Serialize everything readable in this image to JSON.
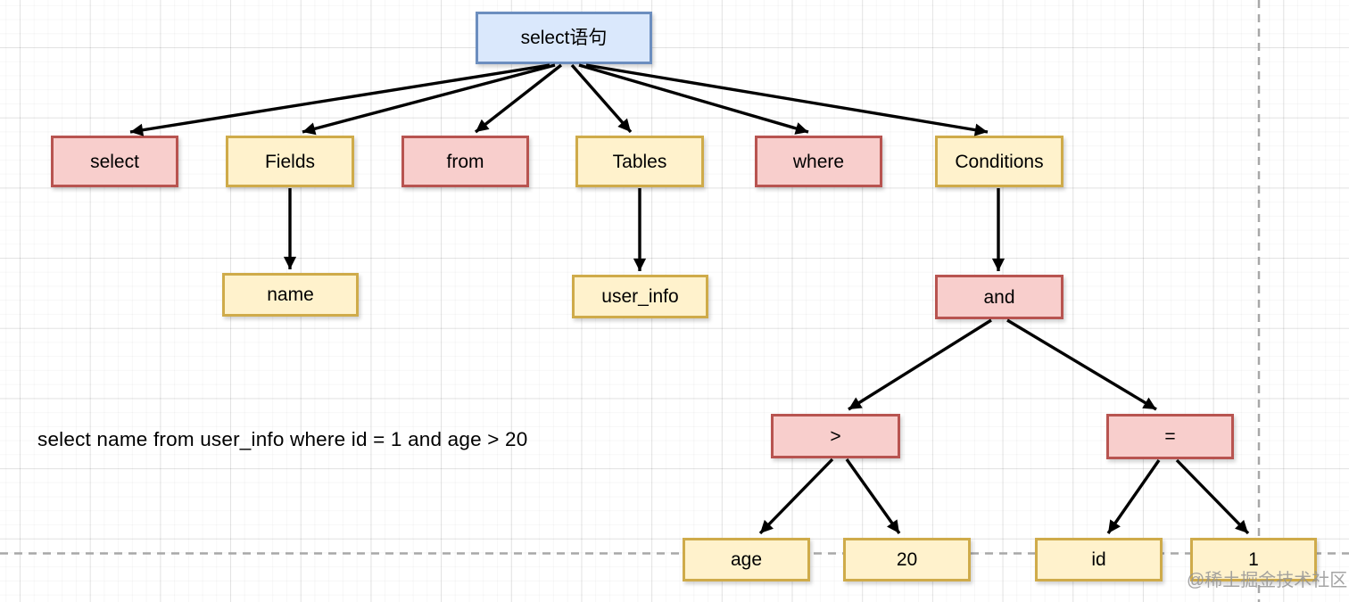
{
  "nodes": {
    "root": "select语句",
    "select": "select",
    "fields": "Fields",
    "from": "from",
    "tables": "Tables",
    "where": "where",
    "conditions": "Conditions",
    "name": "name",
    "user_info": "user_info",
    "and": "and",
    "gt": ">",
    "eq": "=",
    "age": "age",
    "num20": "20",
    "id": "id",
    "num1": "1"
  },
  "edges": [
    [
      "root",
      "select"
    ],
    [
      "root",
      "fields"
    ],
    [
      "root",
      "from"
    ],
    [
      "root",
      "tables"
    ],
    [
      "root",
      "where"
    ],
    [
      "root",
      "conditions"
    ],
    [
      "fields",
      "name"
    ],
    [
      "tables",
      "user_info"
    ],
    [
      "conditions",
      "and"
    ],
    [
      "and",
      "gt"
    ],
    [
      "and",
      "eq"
    ],
    [
      "gt",
      "age"
    ],
    [
      "gt",
      "num20"
    ],
    [
      "eq",
      "id"
    ],
    [
      "eq",
      "num1"
    ]
  ],
  "caption": {
    "sql_text": "select name from user_info where id = 1 and age > 20"
  },
  "watermark": "@稀土掘金技术社区",
  "colors": {
    "blue_fill": "#dae8fc",
    "blue_border": "#6c8ebf",
    "pink_fill": "#f8cecc",
    "pink_border": "#b85450",
    "yellow_fill": "#fff2cc",
    "yellow_border": "#cfab4a",
    "dashed_line": "#a8a8a8",
    "arrow": "#000000"
  }
}
